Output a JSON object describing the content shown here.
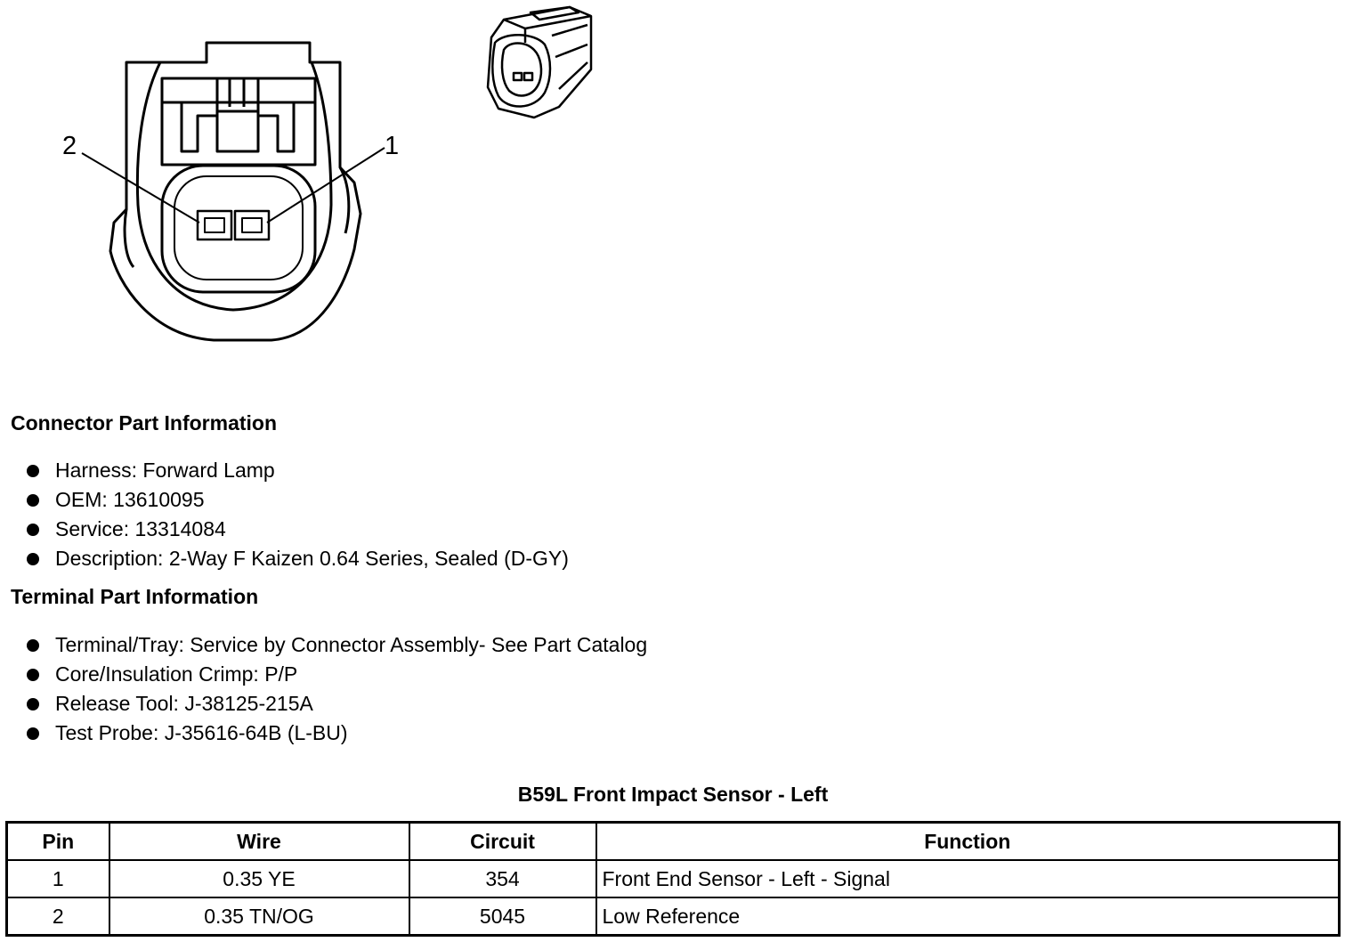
{
  "diagram": {
    "pin_callouts": [
      "2",
      "1"
    ]
  },
  "connector_info": {
    "heading": "Connector Part Information",
    "items": [
      "Harness: Forward Lamp",
      "OEM: 13610095",
      "Service: 13314084",
      "Description: 2-Way F Kaizen 0.64 Series, Sealed (D-GY)"
    ]
  },
  "terminal_info": {
    "heading": "Terminal Part Information",
    "items": [
      "Terminal/Tray: Service by Connector Assembly- See Part Catalog",
      "Core/Insulation Crimp: P/P",
      "Release Tool: J-38125-215A",
      "Test Probe: J-35616-64B (L-BU)"
    ]
  },
  "table": {
    "title": "B59L Front Impact Sensor - Left",
    "headers": [
      "Pin",
      "Wire",
      "Circuit",
      "Function"
    ],
    "rows": [
      [
        "1",
        "0.35 YE",
        "354",
        "Front End Sensor - Left - Signal"
      ],
      [
        "2",
        "0.35 TN/OG",
        "5045",
        "Low Reference"
      ]
    ]
  }
}
